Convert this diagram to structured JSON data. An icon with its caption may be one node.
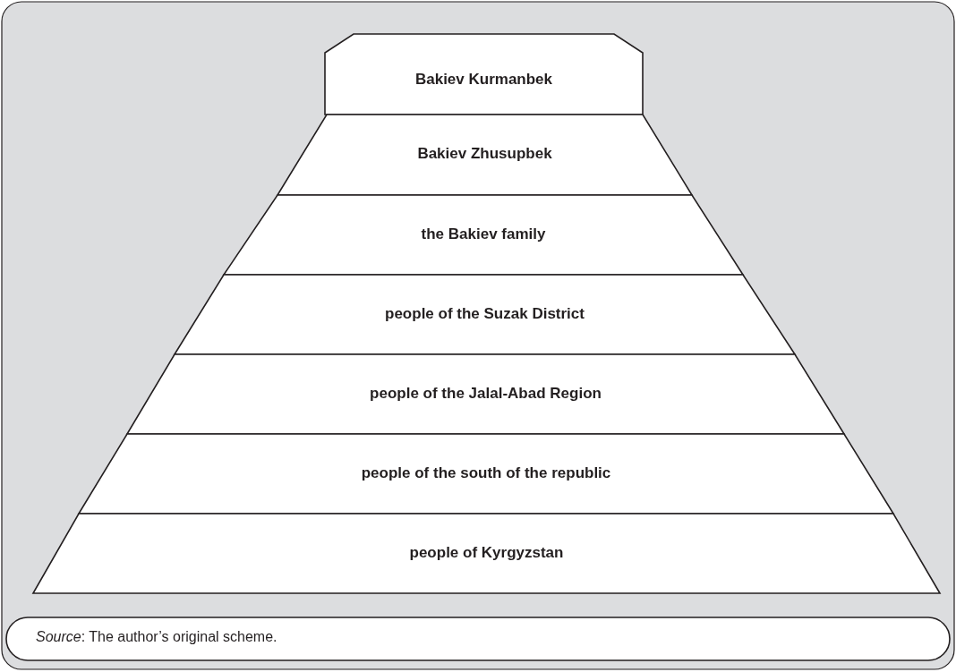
{
  "diagram": {
    "caption": "*Source*: The author’s original scheme.",
    "nodes": [
      {
        "text": [
          "Bakiev Kurmanbek"
        ]
      },
      {
        "text": [
          "Bakiev Zhusupbek"
        ]
      },
      {
        "text": [
          "the Bakiev family"
        ]
      },
      {
        "text": [
          "people of the Suzak District"
        ]
      },
      {
        "text": [
          "people of the Jalal-Abad Region"
        ]
      },
      {
        "text": [
          "people of the south of the republic"
        ]
      },
      {
        "text": [
          "people of Kyrgyzstan"
        ]
      }
    ]
  }
}
